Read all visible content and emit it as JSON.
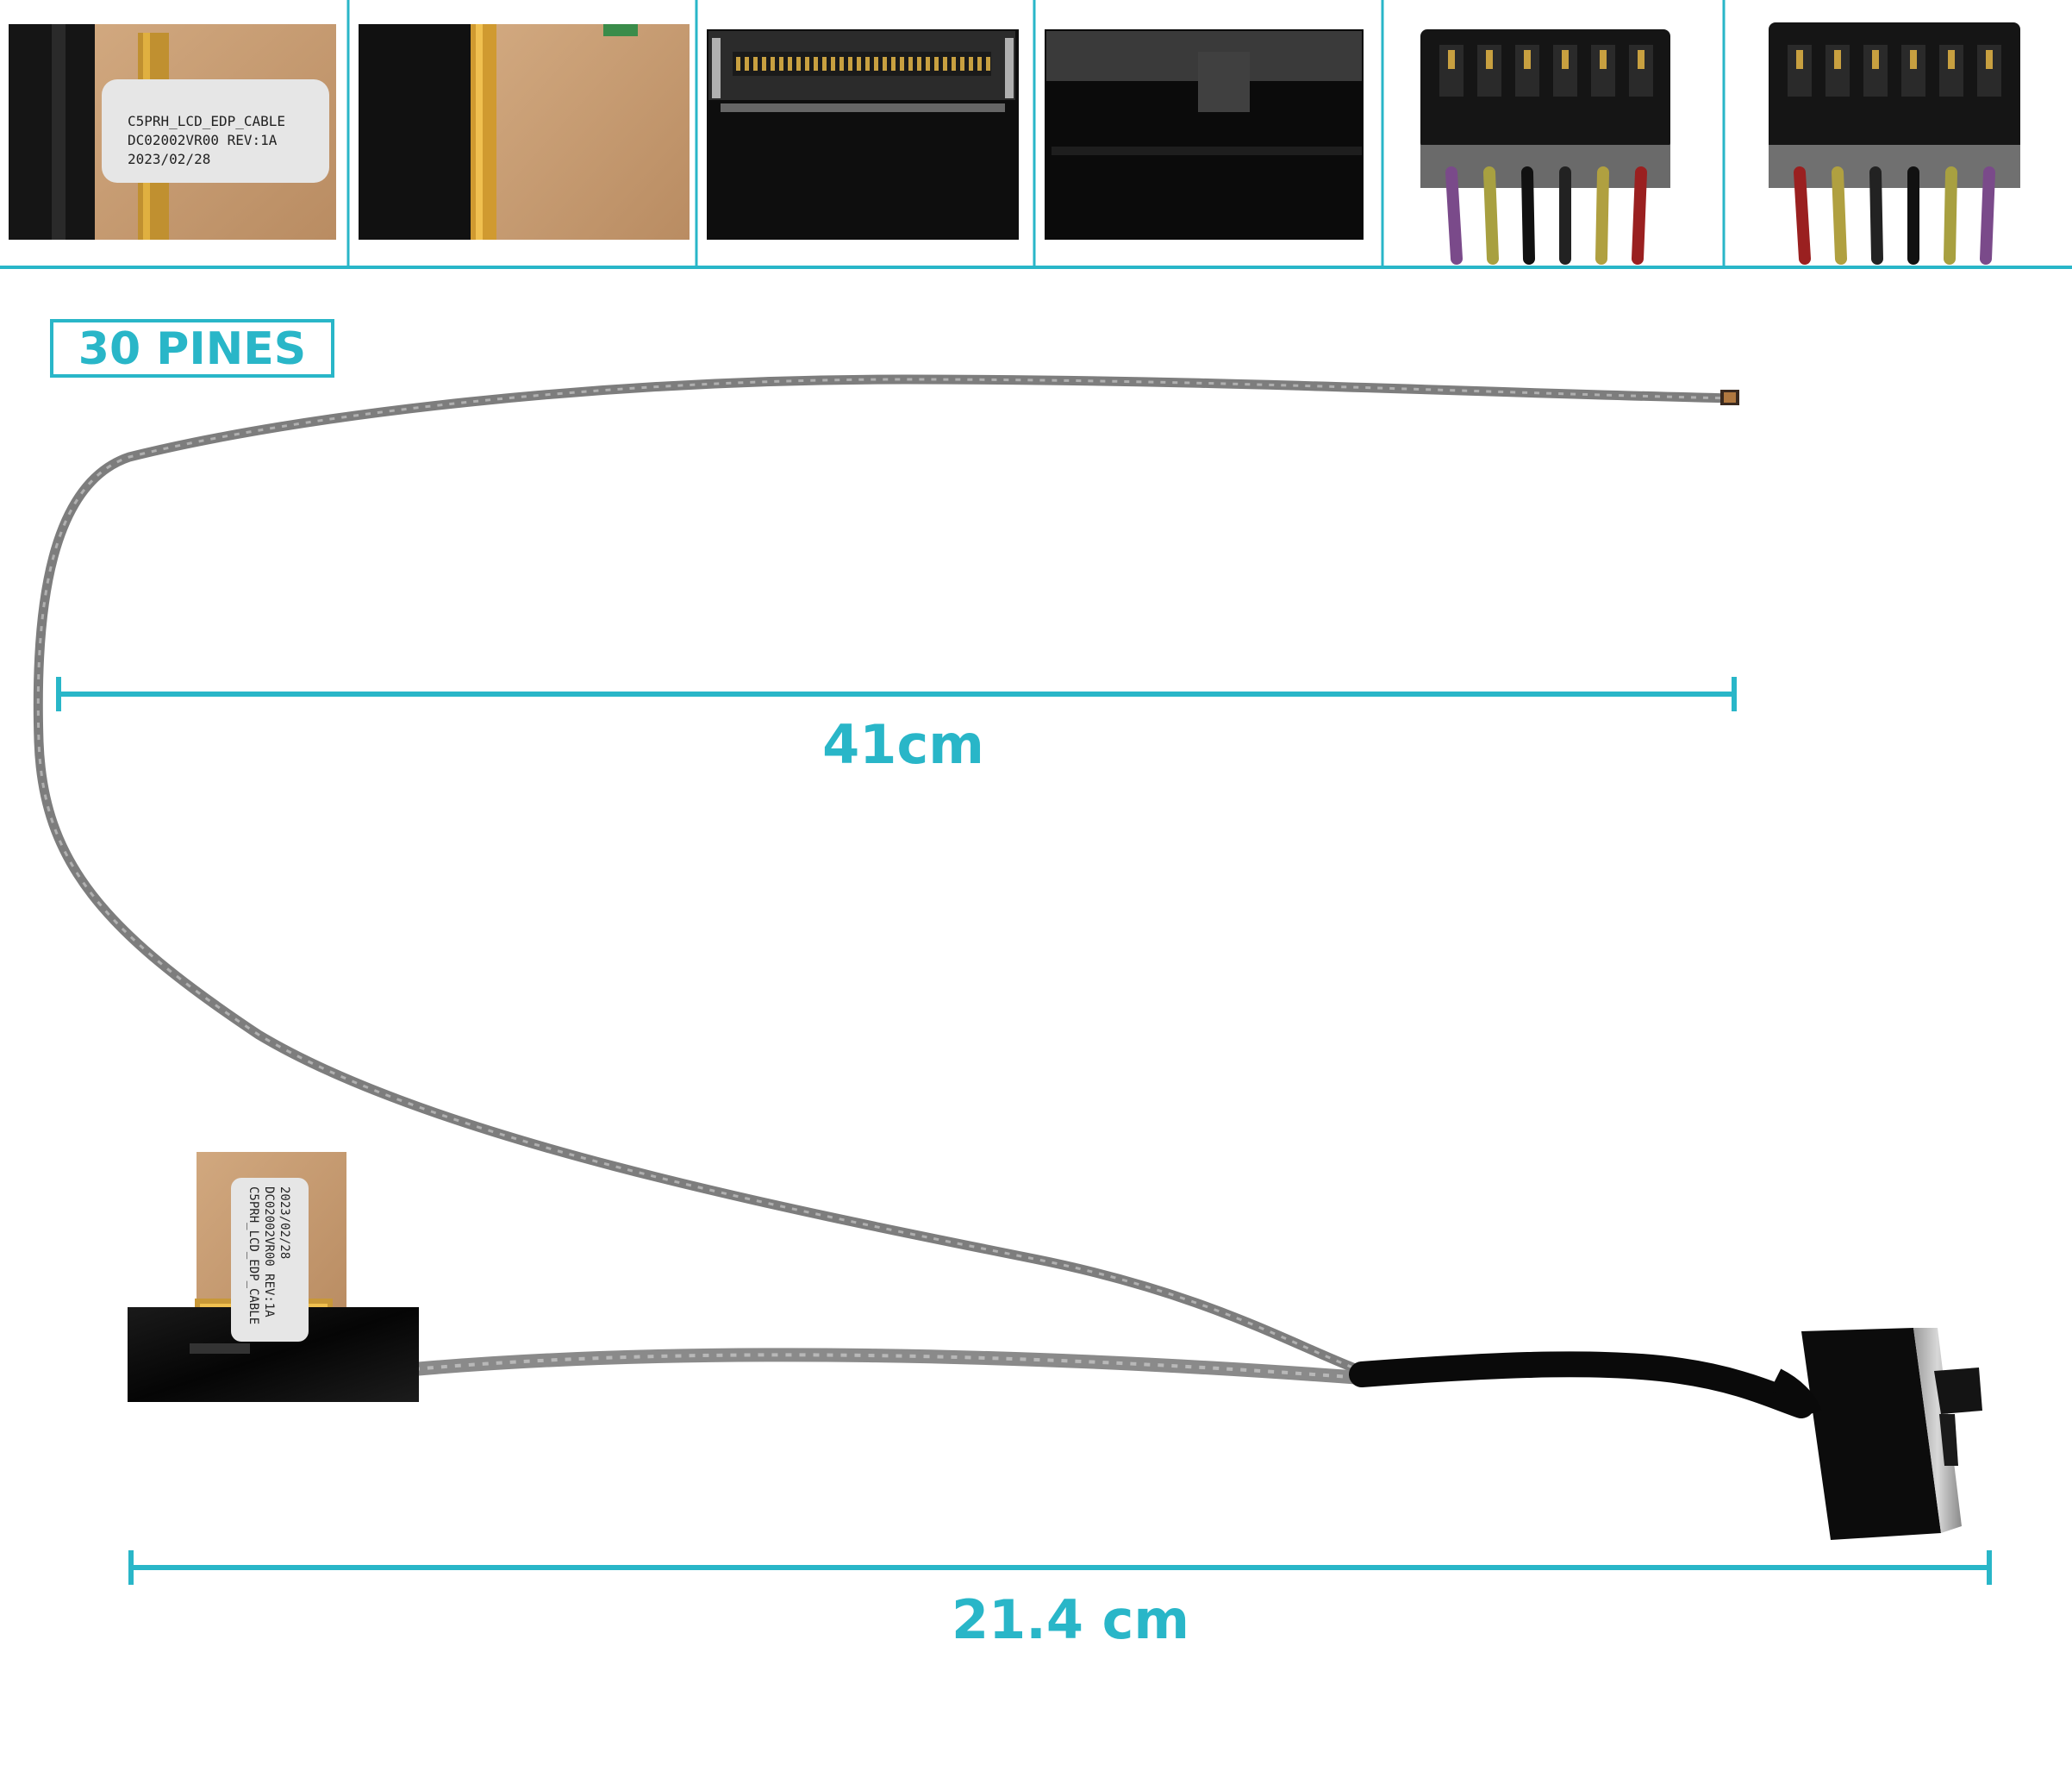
{
  "pin_badge": {
    "text": "30 PINES"
  },
  "dimensions": {
    "top_length": "41cm",
    "bottom_length": "21.4 cm"
  },
  "thumbnails": [
    {
      "name": "thumb-label-closeup",
      "label_lines": [
        "C5PRH_LCD_EDP_CABLE",
        "DC02002VR00  REV:1A",
        "2023/02/28"
      ]
    },
    {
      "name": "thumb-connector-side"
    },
    {
      "name": "thumb-connector-pins"
    },
    {
      "name": "thumb-connector-back"
    },
    {
      "name": "thumb-wire-plug-front"
    },
    {
      "name": "thumb-wire-plug-back"
    }
  ],
  "cable_label": {
    "lines": [
      "C5PRH_LCD_EDP_CABLE",
      "DC02002VR00  REV:1A",
      "2023/02/28"
    ]
  },
  "colors": {
    "accent": "#29b6c8",
    "cable": "#8e8e8e",
    "tape": "#0c0c0c",
    "kapton": "#c49a72",
    "label_bg": "#e6e6e6"
  }
}
